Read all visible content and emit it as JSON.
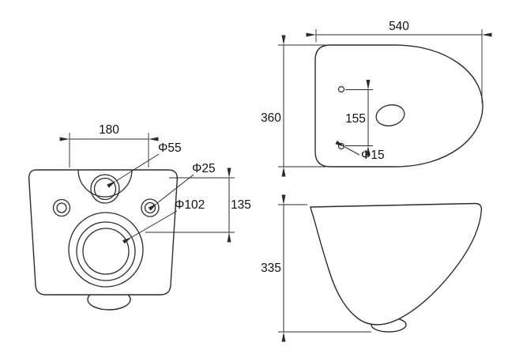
{
  "rear_view": {
    "labels": {
      "hole_spacing": "180",
      "inlet_diameter": "Φ55",
      "bolt_hole_diameter": "Φ25",
      "drain_diameter": "Φ102",
      "vertical_spacing": "135"
    }
  },
  "top_view": {
    "labels": {
      "overall_width": "540",
      "overall_depth": "360",
      "hinge_hole_spacing": "155",
      "hinge_hole_diameter": "Φ15"
    }
  },
  "side_view": {
    "labels": {
      "overall_height": "335"
    }
  }
}
